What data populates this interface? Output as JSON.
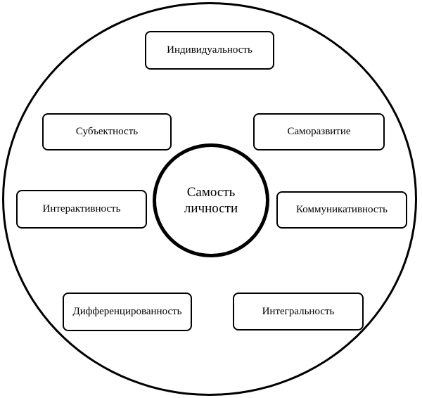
{
  "diagram": {
    "center": {
      "line1": "Самость",
      "line2": "личности"
    },
    "nodes": [
      "Индивидуальность",
      "Субъектность",
      "Саморазвитие",
      "Интерактивность",
      "Коммуникативность",
      "Дифференцированность",
      "Интегральность"
    ]
  }
}
